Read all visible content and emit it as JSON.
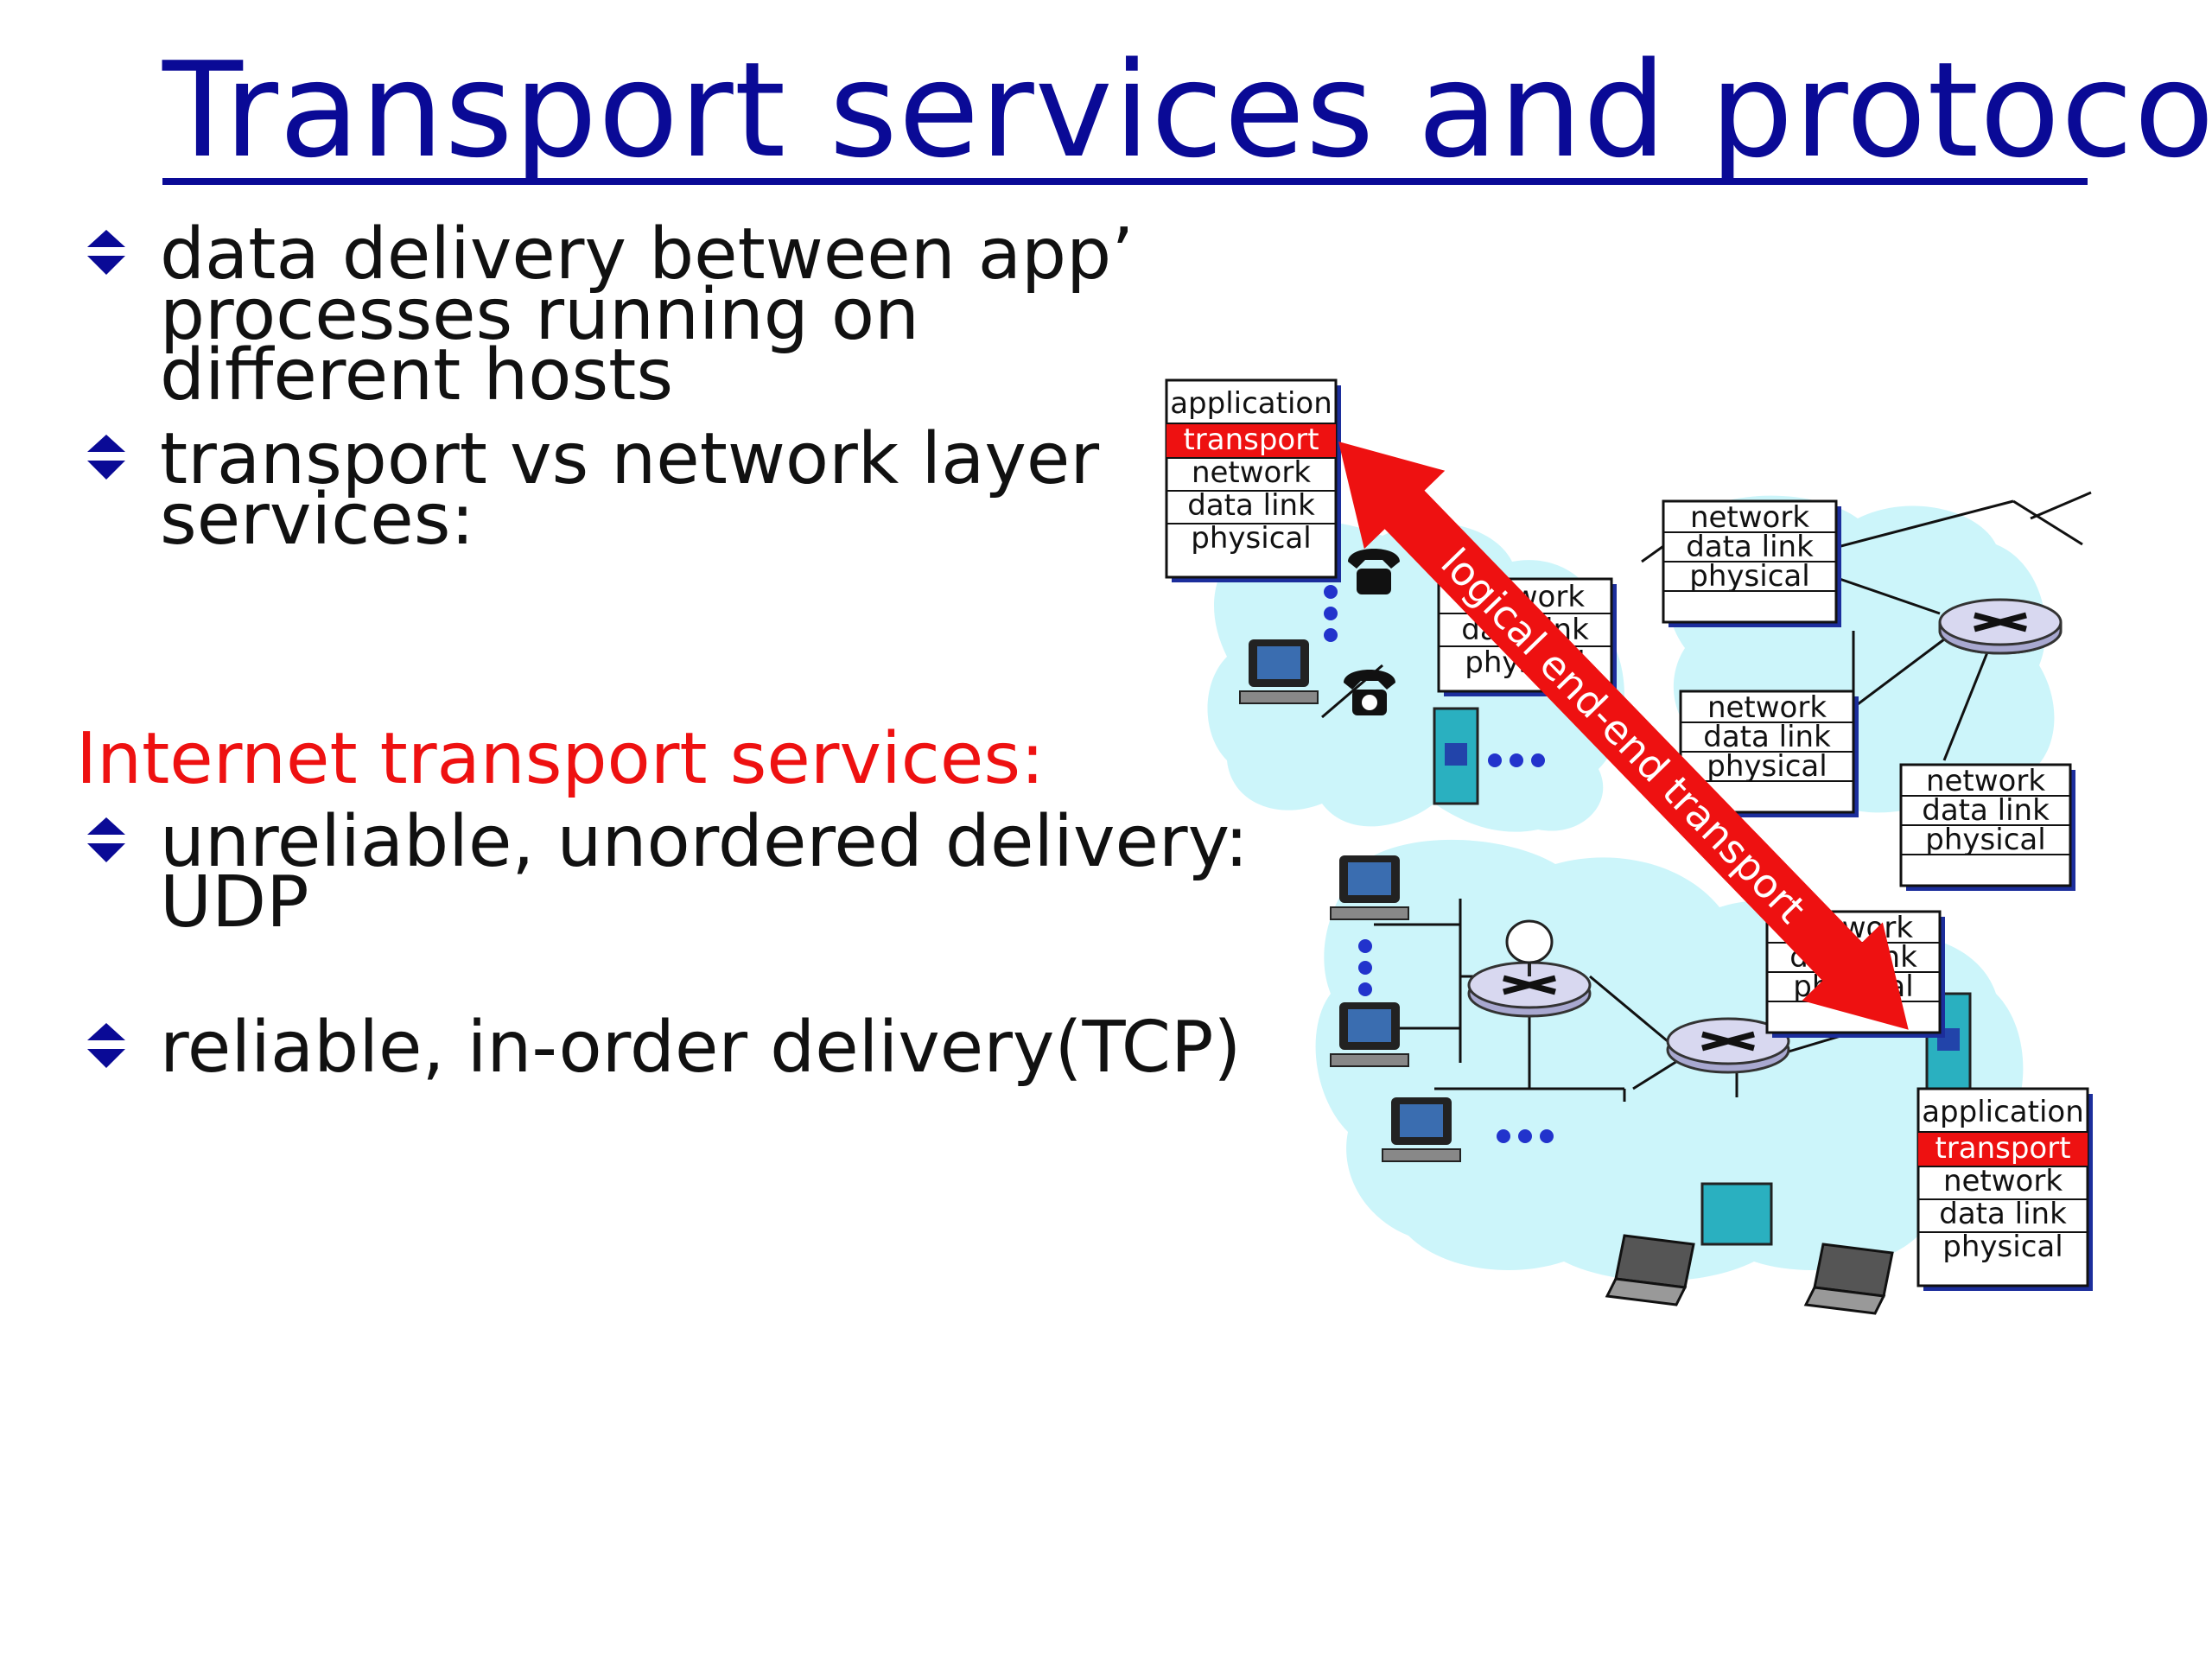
{
  "title": "Transport services and protocols",
  "bullets_top": [
    {
      "text": "data delivery between app’\nprocesses running on\ndifferent hosts"
    },
    {
      "text": "transport vs network layer\nservices:"
    }
  ],
  "section_heading": "Internet transport services:",
  "bullets_bottom": [
    {
      "text": "unreliable, unordered delivery:\nUDP"
    },
    {
      "text": "reliable, in-order delivery(TCP)"
    }
  ],
  "diagram": {
    "arrow_label": "logical end-end transport",
    "host_stack": [
      "application",
      "transport",
      "network",
      "data link",
      "physical"
    ],
    "router_stack": [
      "network",
      "data link",
      "physical"
    ],
    "colors": {
      "title": "#0a0a96",
      "heading": "#ee1111",
      "highlight": "#ee1111",
      "network_cloud": "#ccf5fa",
      "bullet": "#0a0a96"
    }
  }
}
